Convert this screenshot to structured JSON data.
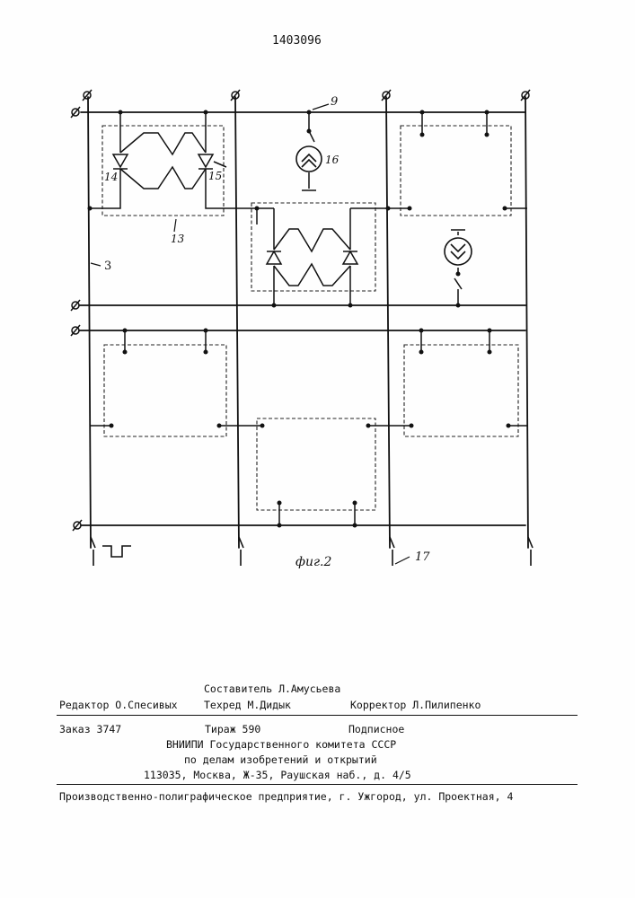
{
  "document": {
    "patent_number": "1403096",
    "figure_caption": "фиг.2"
  },
  "labels": {
    "l3": "3",
    "l9": "9",
    "l13": "13",
    "l14": "14",
    "l15": "15",
    "l16": "16",
    "l17": "17"
  },
  "footer": {
    "composer": "Составитель Л.Амусьева",
    "editor": "Редактор О.Спесивых",
    "techred": "Техред М.Дидык",
    "corrector": "Корректор Л.Пилипенко",
    "order": "Заказ 3747",
    "circulation": "Тираж 590",
    "subscription": "Подписное",
    "org_line1": "ВНИИПИ Государственного комитета СССР",
    "org_line2": "по делам изобретений и открытий",
    "address": "113035, Москва, Ж-35, Раушская наб., д. 4/5",
    "printer": "Производственно-полиграфическое предприятие, г. Ужгород, ул. Проектная, 4"
  }
}
